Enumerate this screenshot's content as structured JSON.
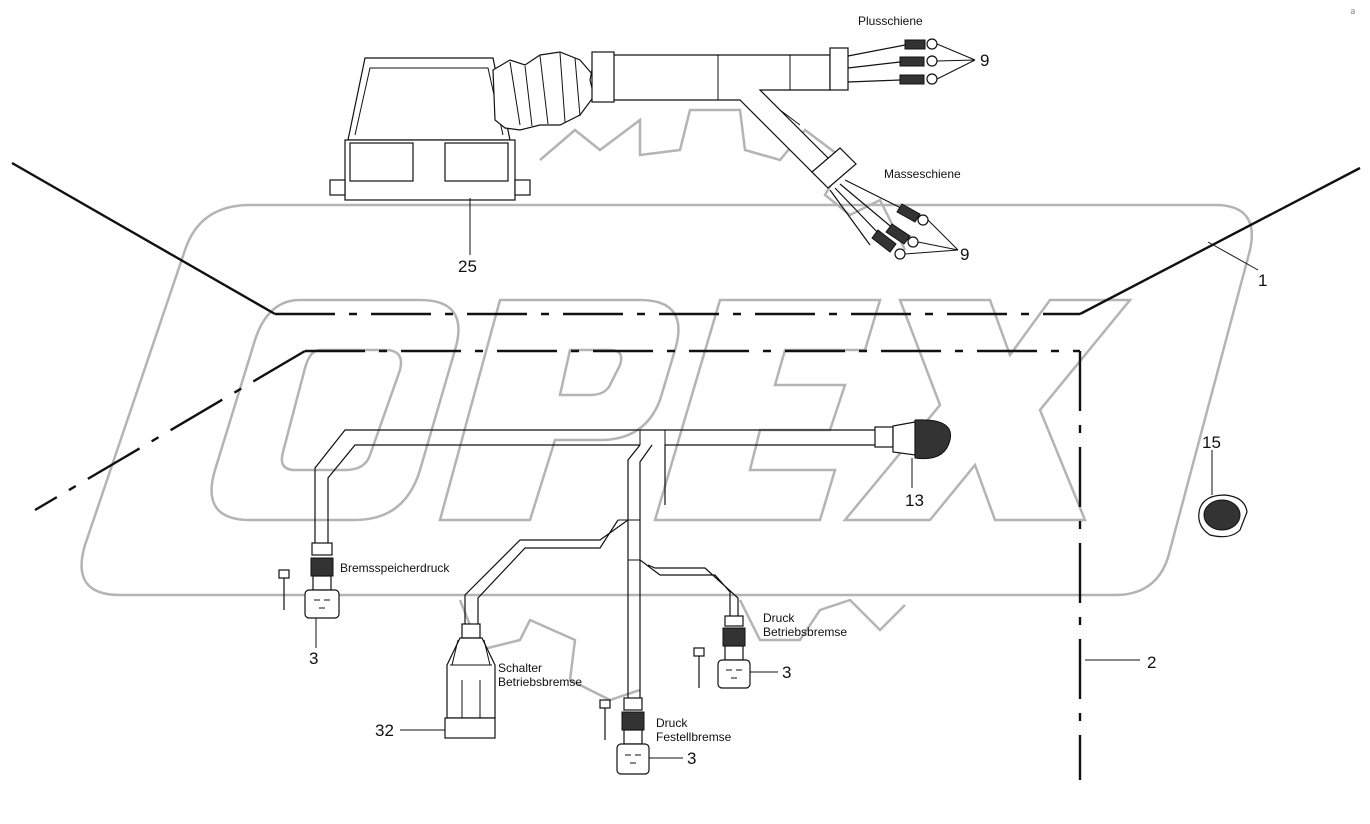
{
  "corner_text": "a",
  "labels": {
    "plus_bus": "Plusschiene",
    "ground_bus": "Masseschiene",
    "brake_accumulator_pressure": "Bremsspeicherdruck",
    "service_brake_pressure_1": "Druck",
    "service_brake_pressure_2": "Betriebsbremse",
    "service_brake_switch_1": "Schalter",
    "service_brake_switch_2": "Betriebsbremse",
    "parking_brake_pressure_1": "Druck",
    "parking_brake_pressure_2": "Festellbremse"
  },
  "callouts": {
    "item_1": "1",
    "item_2": "2",
    "item_3_accumulator": "3",
    "item_3_service": "3",
    "item_3_parking": "3",
    "item_9_plus": "9",
    "item_9_ground": "9",
    "item_13": "13",
    "item_15": "15",
    "item_25": "25",
    "item_32": "32"
  },
  "watermark": {
    "name": "watermark-logo",
    "color": "#b4b4b4"
  },
  "colors": {
    "line": "#111111",
    "background": "#ffffff"
  }
}
